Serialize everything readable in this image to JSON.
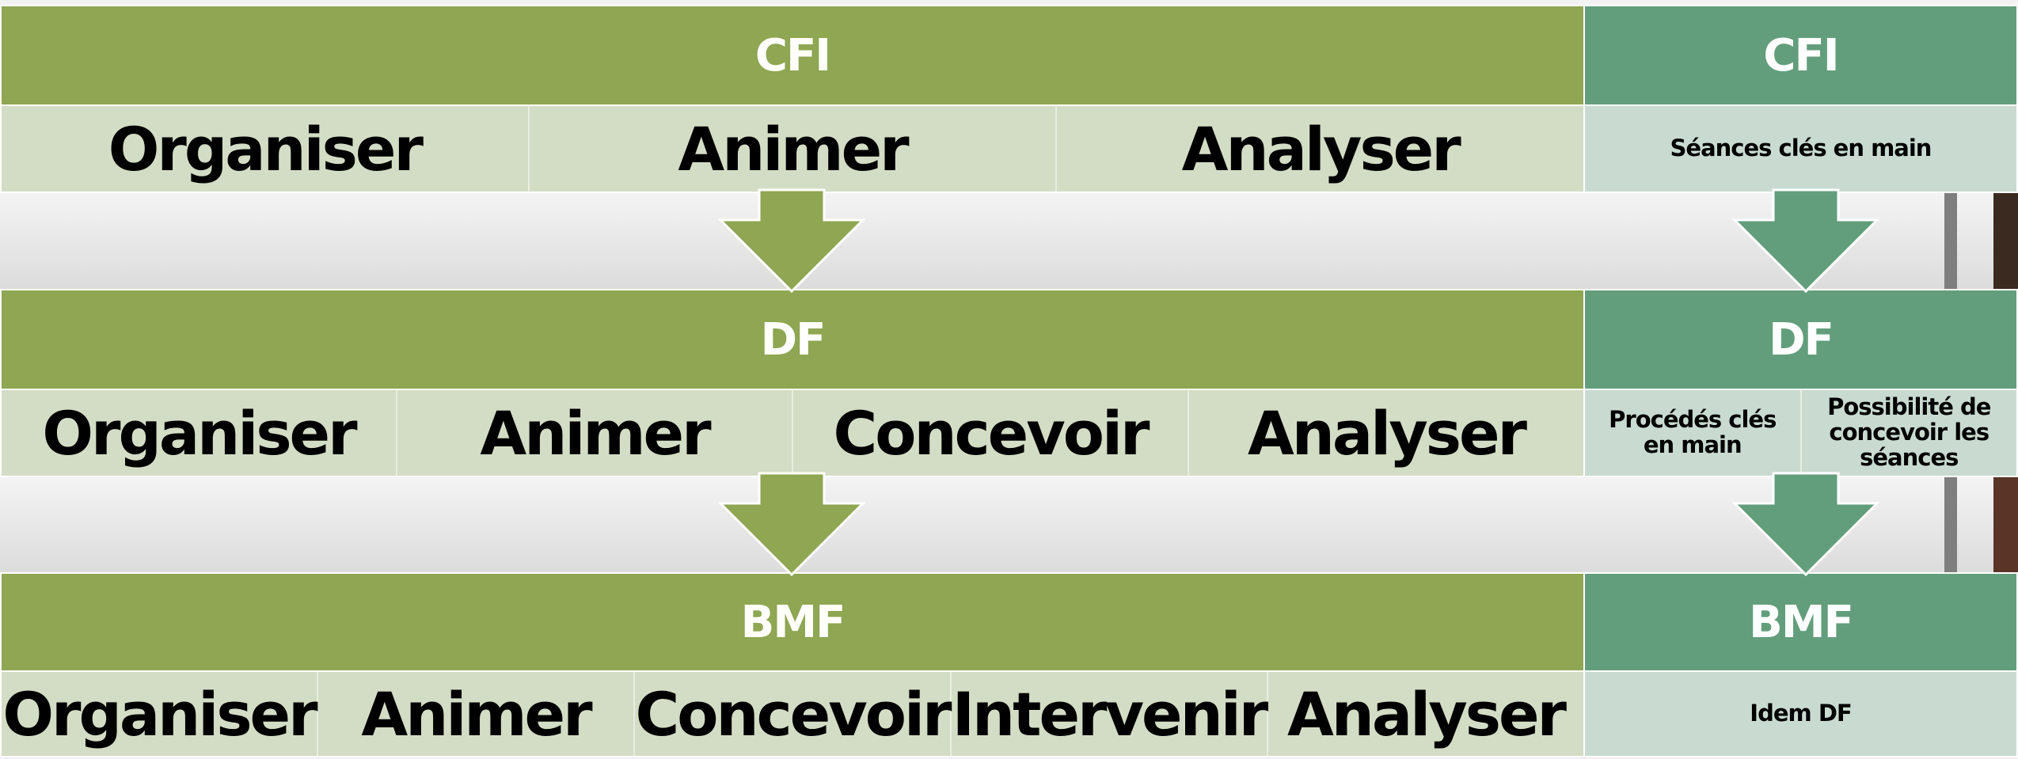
{
  "left": {
    "levels": [
      {
        "header": "CFI",
        "cells": [
          "Organiser",
          "Animer",
          "Analyser"
        ]
      },
      {
        "header": "DF",
        "cells": [
          "Organiser",
          "Animer",
          "Concevoir",
          "Analyser"
        ]
      },
      {
        "header": "BMF",
        "cells": [
          "Organiser",
          "Animer",
          "Concevoir",
          "Intervenir",
          "Analyser"
        ]
      }
    ]
  },
  "right": {
    "levels": [
      {
        "header": "CFI",
        "cells": [
          "Séances clés en main"
        ]
      },
      {
        "header": "DF",
        "cells": [
          "Procédés clés en main",
          "Possibilité de concevoir les séances"
        ]
      },
      {
        "header": "BMF",
        "cells": [
          "Idem DF"
        ]
      }
    ]
  },
  "colors": {
    "olive_header": "#8fa652",
    "olive_row": "#d3ddc5",
    "teal_header": "#639e7c",
    "teal_row": "#c9dbd0",
    "arrow_olive": "#8fa652",
    "arrow_teal": "#639e7c"
  }
}
